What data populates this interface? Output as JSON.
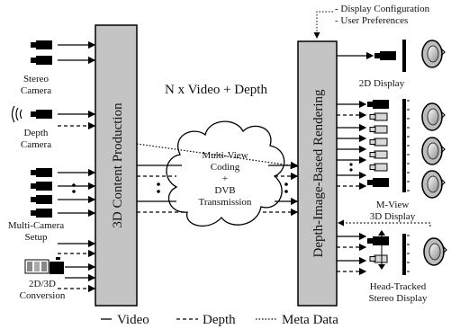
{
  "labels": {
    "stereo_camera_1": "Stereo",
    "stereo_camera_2": "Camera",
    "depth_camera_1": "Depth",
    "depth_camera_2": "Camera",
    "multi_camera_1": "Multi-Camera",
    "multi_camera_2": "Setup",
    "conversion_1": "2D/3D",
    "conversion_2": "Conversion",
    "production": "3D Content Production",
    "nxvideo": "N x Video + Depth",
    "cloud_1": "Multi-View",
    "cloud_2": "Coding",
    "cloud_3": "+",
    "cloud_4": "DVB",
    "cloud_5": "Transmission",
    "rendering": "Depth-Image-Based Rendering",
    "display_config": "- Display Configuration",
    "user_prefs": "- User Preferences",
    "display_2d": "2D Display",
    "mview_1": "M-View",
    "mview_2": "3D Display",
    "headtracked_1": "Head-Tracked",
    "headtracked_2": "Stereo Display"
  },
  "legend": {
    "video": "Video",
    "depth": "Depth",
    "meta": "Meta Data"
  }
}
